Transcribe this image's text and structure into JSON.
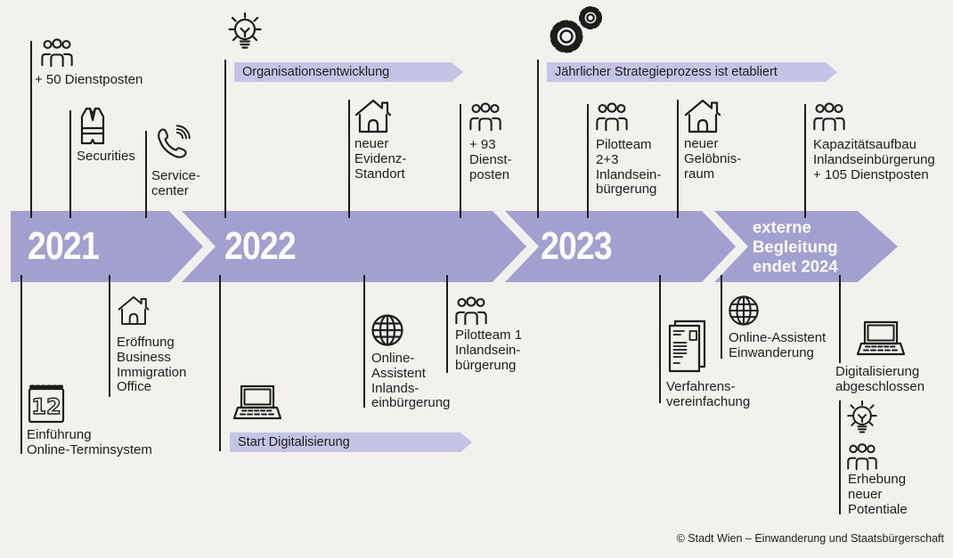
{
  "colors": {
    "background": "#f2f1ee",
    "band": "#a3a0d0",
    "banner": "#c6c4e6",
    "ink": "#1d1d1b",
    "band_text": "#fcfcfc"
  },
  "timeline": {
    "type": "timeline-arrow-band",
    "segments": [
      {
        "label": "2021"
      },
      {
        "label": "2022"
      },
      {
        "label": "2023"
      },
      {
        "label": "externe\nBegleitung\nendet 2024"
      }
    ]
  },
  "banners": {
    "organisation": "Organisationsentwicklung",
    "strategie": "Jährlicher Strategieprozess ist etabliert",
    "digitalisierung": "Start Digitalisierung"
  },
  "milestones_above": [
    {
      "icon": "team-icon",
      "label": "+ 50 Dienstposten"
    },
    {
      "icon": "safety-vest-icon",
      "label": "Securities"
    },
    {
      "icon": "phone-icon",
      "label": "Service-\ncenter"
    },
    {
      "icon": "lightbulb-icon",
      "label": ""
    },
    {
      "icon": "house-icon",
      "label": "neuer\nEvidenz-\nStandort"
    },
    {
      "icon": "team-icon",
      "label": "+ 93\nDienst-\nposten"
    },
    {
      "icon": "gears-icon",
      "label": ""
    },
    {
      "icon": "team-icon",
      "label": "Pilotteam\n2+3\nInlandsein-\nbürgerung"
    },
    {
      "icon": "house-icon",
      "label": "neuer\nGelöbnis-\nraum"
    },
    {
      "icon": "team-icon",
      "label": "Kapazitätsaufbau\nInlandseinbürgerung\n+ 105 Dienstposten"
    }
  ],
  "milestones_below": [
    {
      "icon": "calendar-icon",
      "label": "Einführung\nOnline-Terminsystem"
    },
    {
      "icon": "house-icon",
      "label": "Eröffnung\nBusiness\nImmigration\nOffice"
    },
    {
      "icon": "laptop-icon",
      "label": ""
    },
    {
      "icon": "globe-icon",
      "label": "Online-\nAssistent\nInlands-\neinbürgerung"
    },
    {
      "icon": "team-icon",
      "label": "Pilotteam 1\nInlandsein-\nbürgerung"
    },
    {
      "icon": "document-icon",
      "label": "Verfahrens-\nvereinfachung"
    },
    {
      "icon": "globe-icon",
      "label": "Online-Assistent\nEinwanderung"
    },
    {
      "icon": "laptop-icon",
      "label": "Digitalisierung\nabgeschlossen"
    },
    {
      "icon": "lightbulb-icon team-icon",
      "label": "Erhebung\nneuer\nPotentiale"
    }
  ],
  "calendar_number": "12",
  "footer": "© Stadt Wien – Einwanderung und Staatsbürgerschaft"
}
